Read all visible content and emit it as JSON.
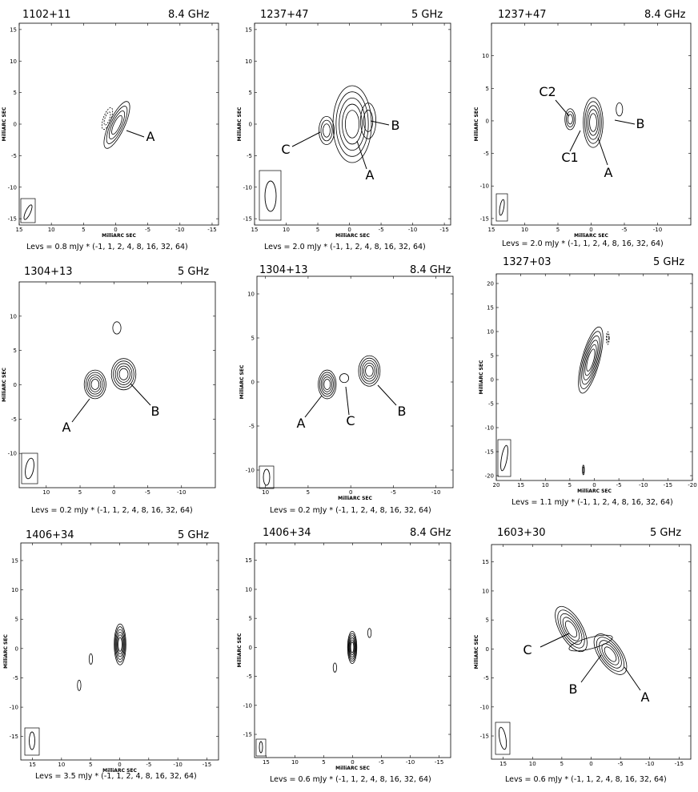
{
  "panels": [
    {
      "source": "1102+11",
      "freq": "8.4 GHz",
      "levs": "Levs = 0.8 mJy * (-1, 1, 2, 4, 8, 16, 32, 64)",
      "xlabel": "MilliARC SEC",
      "ylabel": "MilliARC SEC",
      "x_ticks": [
        "15",
        "10",
        "5",
        "0",
        "-5",
        "-10",
        "-15"
      ],
      "y_ticks": [
        "15",
        "10",
        "5",
        "0",
        "-5",
        "-10",
        "-15"
      ],
      "labels": [
        "A"
      ],
      "xlim": [
        15,
        -16
      ],
      "ylim": [
        -16,
        16
      ]
    },
    {
      "source": "1237+47",
      "freq": "5 GHz",
      "levs": "Levs = 2.0 mJy * (-1, 1, 2, 4, 8, 16, 32, 64)",
      "xlabel": "MilliARC SEC",
      "ylabel": "MilliARC SEC",
      "x_ticks": [
        "15",
        "10",
        "5",
        "0",
        "-5",
        "-10",
        "-15"
      ],
      "y_ticks": [
        "15",
        "10",
        "5",
        "0",
        "-5",
        "-10",
        "-15"
      ],
      "labels": [
        "C",
        "A",
        "B"
      ],
      "xlim": [
        15,
        -16
      ],
      "ylim": [
        -16,
        16
      ]
    },
    {
      "source": "1237+47",
      "freq": "8.4 GHz",
      "levs": "Levs = 2.0 mJy * (-1, 1, 2, 4, 8, 16, 32, 64)",
      "xlabel": "MilliARC SEC",
      "ylabel": "MilliARC SEC",
      "x_ticks": [
        "15",
        "10",
        "5",
        "0",
        "-5",
        "-10"
      ],
      "y_ticks": [
        "10",
        "5",
        "0",
        "-5",
        "-10",
        "-15"
      ],
      "labels": [
        "C2",
        "C1",
        "A",
        "B"
      ],
      "xlim": [
        15,
        -15
      ],
      "ylim": [
        -16,
        15
      ]
    },
    {
      "source": "1304+13",
      "freq": "5 GHz",
      "levs": "Levs = 0.2 mJy * (-1, 1, 2, 4, 8, 16, 32, 64)",
      "xlabel": "",
      "ylabel": "MilliARC SEC",
      "x_ticks": [
        "10",
        "5",
        "0",
        "-5",
        "-10"
      ],
      "y_ticks": [
        "10",
        "5",
        "0",
        "-5",
        "-10"
      ],
      "labels": [
        "A",
        "B"
      ],
      "xlim": [
        14,
        -15
      ],
      "ylim": [
        -15,
        15
      ]
    },
    {
      "source": "1304+13",
      "freq": "8.4 GHz",
      "levs": "Levs = 0.2 mJy * (-1, 1, 2, 4, 8, 16, 32, 64)",
      "xlabel": "MilliARC SEC",
      "ylabel": "MilliARC SEC",
      "x_ticks": [
        "10",
        "5",
        "0",
        "-5",
        "-10"
      ],
      "y_ticks": [
        "10",
        "5",
        "0",
        "-5",
        "-10"
      ],
      "labels": [
        "A",
        "C",
        "B"
      ],
      "xlim": [
        11,
        -12
      ],
      "ylim": [
        -12,
        12
      ]
    },
    {
      "source": "1327+03",
      "freq": "5 GHz",
      "levs": "Levs = 1.1 mJy * (-1, 1, 2, 4, 8, 16, 32, 64)",
      "xlabel": "MilliARC SEC",
      "ylabel": "MilliARC SEC",
      "x_ticks": [
        "20",
        "15",
        "10",
        "5",
        "0",
        "-5",
        "-10",
        "-15",
        "-20"
      ],
      "y_ticks": [
        "20",
        "15",
        "10",
        "5",
        "0",
        "-5",
        "-10",
        "-15",
        "-20"
      ],
      "labels": [],
      "xlim": [
        20,
        -20
      ],
      "ylim": [
        -21,
        22
      ]
    },
    {
      "source": "1406+34",
      "freq": "5 GHz",
      "levs": "Levs = 3.5 mJy * (-1, 1, 2, 4, 8, 16, 32, 64)",
      "xlabel": "MilliARC SEC",
      "ylabel": "MilliARC SEC",
      "x_ticks": [
        "15",
        "10",
        "5",
        "0",
        "-5",
        "-10",
        "-15"
      ],
      "y_ticks": [
        "15",
        "10",
        "5",
        "0",
        "-5",
        "-10",
        "-15"
      ],
      "labels": [],
      "xlim": [
        17,
        -17
      ],
      "ylim": [
        -19,
        18
      ]
    },
    {
      "source": "1406+34",
      "freq": "8.4 GHz",
      "levs": "Levs = 0.6 mJy * (-1, 1, 2, 4, 8, 16, 32, 64)",
      "xlabel": "MilliARC SEC",
      "ylabel": "MilliARC SEC",
      "x_ticks": [
        "15",
        "10",
        "5",
        "0",
        "-5",
        "-10",
        "-15"
      ],
      "y_ticks": [
        "15",
        "10",
        "5",
        "0",
        "-5",
        "-10",
        "-15"
      ],
      "labels": [],
      "xlim": [
        17,
        -17
      ],
      "ylim": [
        -19,
        18
      ]
    },
    {
      "source": "1603+30",
      "freq": "5 GHz",
      "levs": "Levs = 0.6 mJy * (-1, 1, 2, 4, 8, 16, 32, 64)",
      "xlabel": "",
      "ylabel": "MilliARC SEC",
      "x_ticks": [
        "15",
        "10",
        "5",
        "0",
        "-5",
        "-10",
        "-15"
      ],
      "y_ticks": [
        "15",
        "10",
        "5",
        "0",
        "-5",
        "-10",
        "-15"
      ],
      "labels": [
        "C",
        "B",
        "A"
      ],
      "xlim": [
        17,
        -17
      ],
      "ylim": [
        -19,
        18
      ]
    }
  ]
}
